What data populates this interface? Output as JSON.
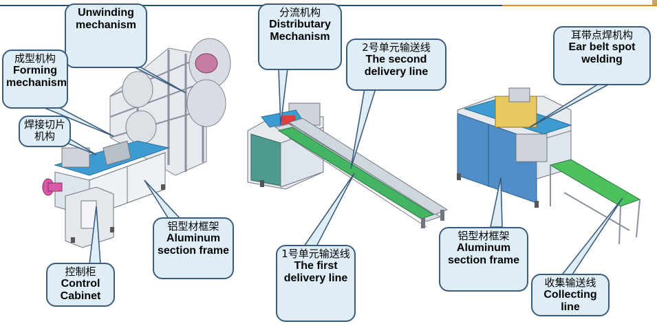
{
  "callouts": {
    "unwinding": {
      "cn": "",
      "en": "Unwinding mechanism"
    },
    "forming": {
      "cn": "成型机构",
      "en": "Forming mechanism"
    },
    "welding_cut": {
      "cn": "焊接切片机构",
      "en": ""
    },
    "aluminum_left": {
      "cn": "铝型材框架",
      "en": "Aluminum section frame"
    },
    "control": {
      "cn": "控制柜",
      "en": "Control Cabinet"
    },
    "distributary": {
      "cn": "分流机构",
      "en": "Distributary Mechanism"
    },
    "second_line": {
      "cn": "2号单元输送线",
      "en": "The second delivery line"
    },
    "first_line": {
      "cn": "1号单元输送线",
      "en": "The first delivery line"
    },
    "ear_belt": {
      "cn": "耳带点焊机构",
      "en": "Ear belt spot welding"
    },
    "aluminum_right": {
      "cn": "铝型材框架",
      "en": "Aluminum section frame"
    },
    "collecting": {
      "cn": "收集输送线",
      "en": "Collecting line"
    }
  }
}
